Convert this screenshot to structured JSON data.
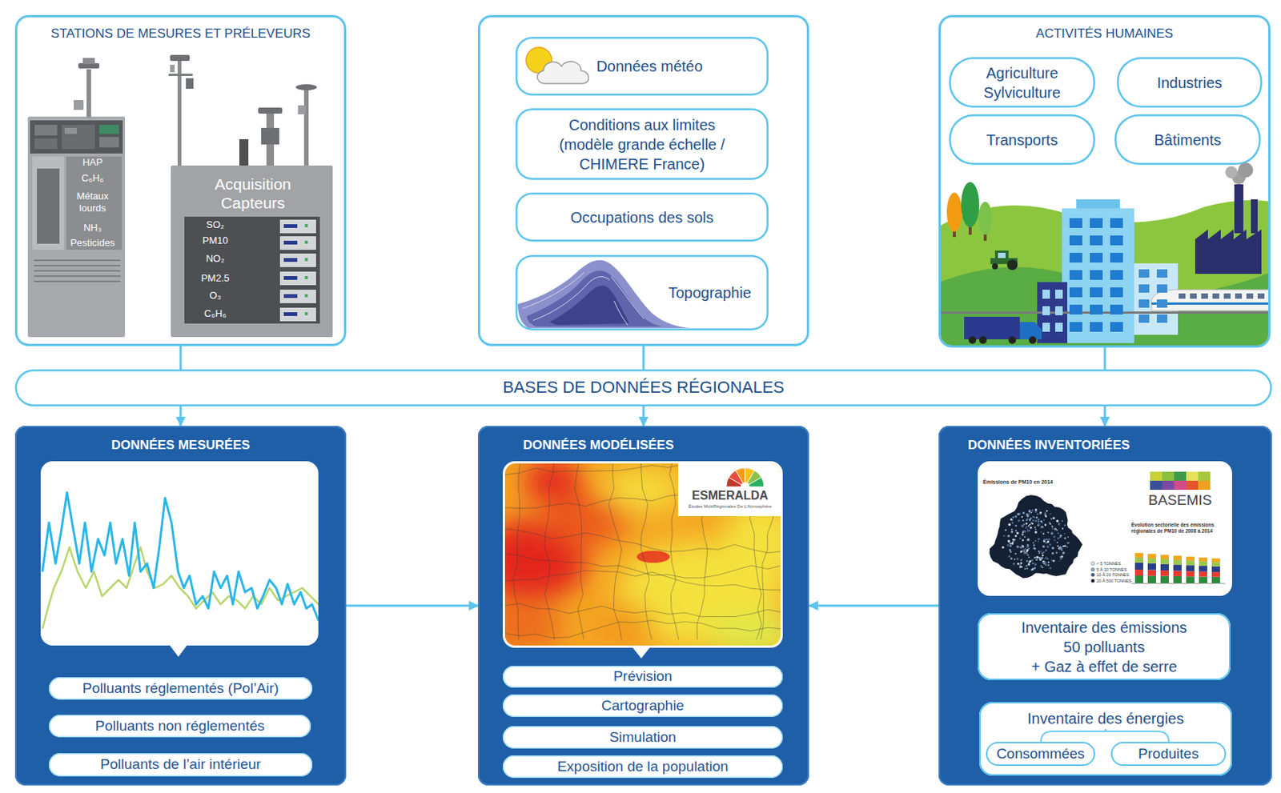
{
  "diagram": {
    "nodes": [
      {
        "text": [
          "STATIONS DE MESURES ET PRÉLEVEURS"
        ]
      },
      {
        "text": [
          "HAP",
          "C₆H₆",
          "Métaux lourds",
          "NH₃",
          "Pesticides"
        ],
        "in": 0
      },
      {
        "text": [
          "Acquisition Capteurs",
          "SO₂",
          "PM10",
          "NO₂",
          "PM2.5",
          "O₃",
          "C₆H₆"
        ],
        "in": 0
      },
      {
        "text": []
      },
      {
        "text": [
          "Données météo"
        ],
        "in": 3
      },
      {
        "text": [
          "Conditions aux limites (modèle grande échelle / CHIMERE France)"
        ],
        "in": 3
      },
      {
        "text": [
          "Occupations des sols"
        ],
        "in": 3
      },
      {
        "text": [
          "Topographie"
        ],
        "in": 3
      },
      {
        "text": [
          "ACTIVITÉS HUMAINES"
        ]
      },
      {
        "text": [
          "Agriculture Sylviculture"
        ],
        "in": 8
      },
      {
        "text": [
          "Industries"
        ],
        "in": 8
      },
      {
        "text": [
          "Transports"
        ],
        "in": 8
      },
      {
        "text": [
          "Bâtiments"
        ],
        "in": 8
      },
      {
        "text": [
          "BASES DE DONNÉES RÉGIONALES"
        ]
      },
      {
        "text": [
          "DONNÉES MESURÉES"
        ]
      },
      {
        "text": [
          "Polluants réglementés (Pol’Air)"
        ],
        "in": 14
      },
      {
        "text": [
          "Polluants non réglementés"
        ],
        "in": 14
      },
      {
        "text": [
          "Polluants de l’air intérieur"
        ],
        "in": 14
      },
      {
        "text": [
          "DONNÉES MODÉLISÉES"
        ]
      },
      {
        "text": [
          "Prévision"
        ],
        "in": 18
      },
      {
        "text": [
          "Cartographie"
        ],
        "in": 18
      },
      {
        "text": [
          "Simulation"
        ],
        "in": 18
      },
      {
        "text": [
          "Exposition de la population"
        ],
        "in": 18
      },
      {
        "text": [
          "DONNÉES INVENTORIÉES"
        ]
      },
      {
        "text": [
          "Inventaire des émissions",
          "50 polluants",
          "+ Gaz à effet de serre"
        ],
        "in": 23
      },
      {
        "text": [
          "Inventaire des énergies"
        ],
        "in": 23
      },
      {
        "text": [
          "Consommées"
        ],
        "in": 25
      },
      {
        "text": [
          "Produites"
        ],
        "in": 25
      }
    ],
    "edges": [
      {
        "from": 0,
        "to": 13,
        "arrow": "none"
      },
      {
        "from": 3,
        "to": 13,
        "arrow": "none"
      },
      {
        "from": 8,
        "to": 13,
        "arrow": "none"
      },
      {
        "from": 13,
        "to": 14,
        "arrow": "to"
      },
      {
        "from": 13,
        "to": 18,
        "arrow": "to"
      },
      {
        "from": 13,
        "to": 23,
        "arrow": "to"
      },
      {
        "from": 14,
        "to": 18,
        "arrow": "to"
      },
      {
        "from": 23,
        "to": 18,
        "arrow": "to"
      }
    ],
    "labels": [
      "ESMERALDA",
      "Études MultiRégionales De L’Atmosphère",
      "Émissions de PM10 en 2014",
      "BASEMIS",
      "Évolution sectorielle des émissions régionales de PM10 de 2008 à 2014"
    ],
    "legend": [
      {
        "text": "< 5 TONNES",
        "color": "#dbe3ec"
      },
      {
        "text": "5 À 10 TONNES",
        "color": "#8ea6c2"
      },
      {
        "text": "10 À 20 TONNES",
        "color": "#45618a"
      },
      {
        "text": "20 À 500 TONNES",
        "color": "#0f1c30"
      }
    ]
  }
}
